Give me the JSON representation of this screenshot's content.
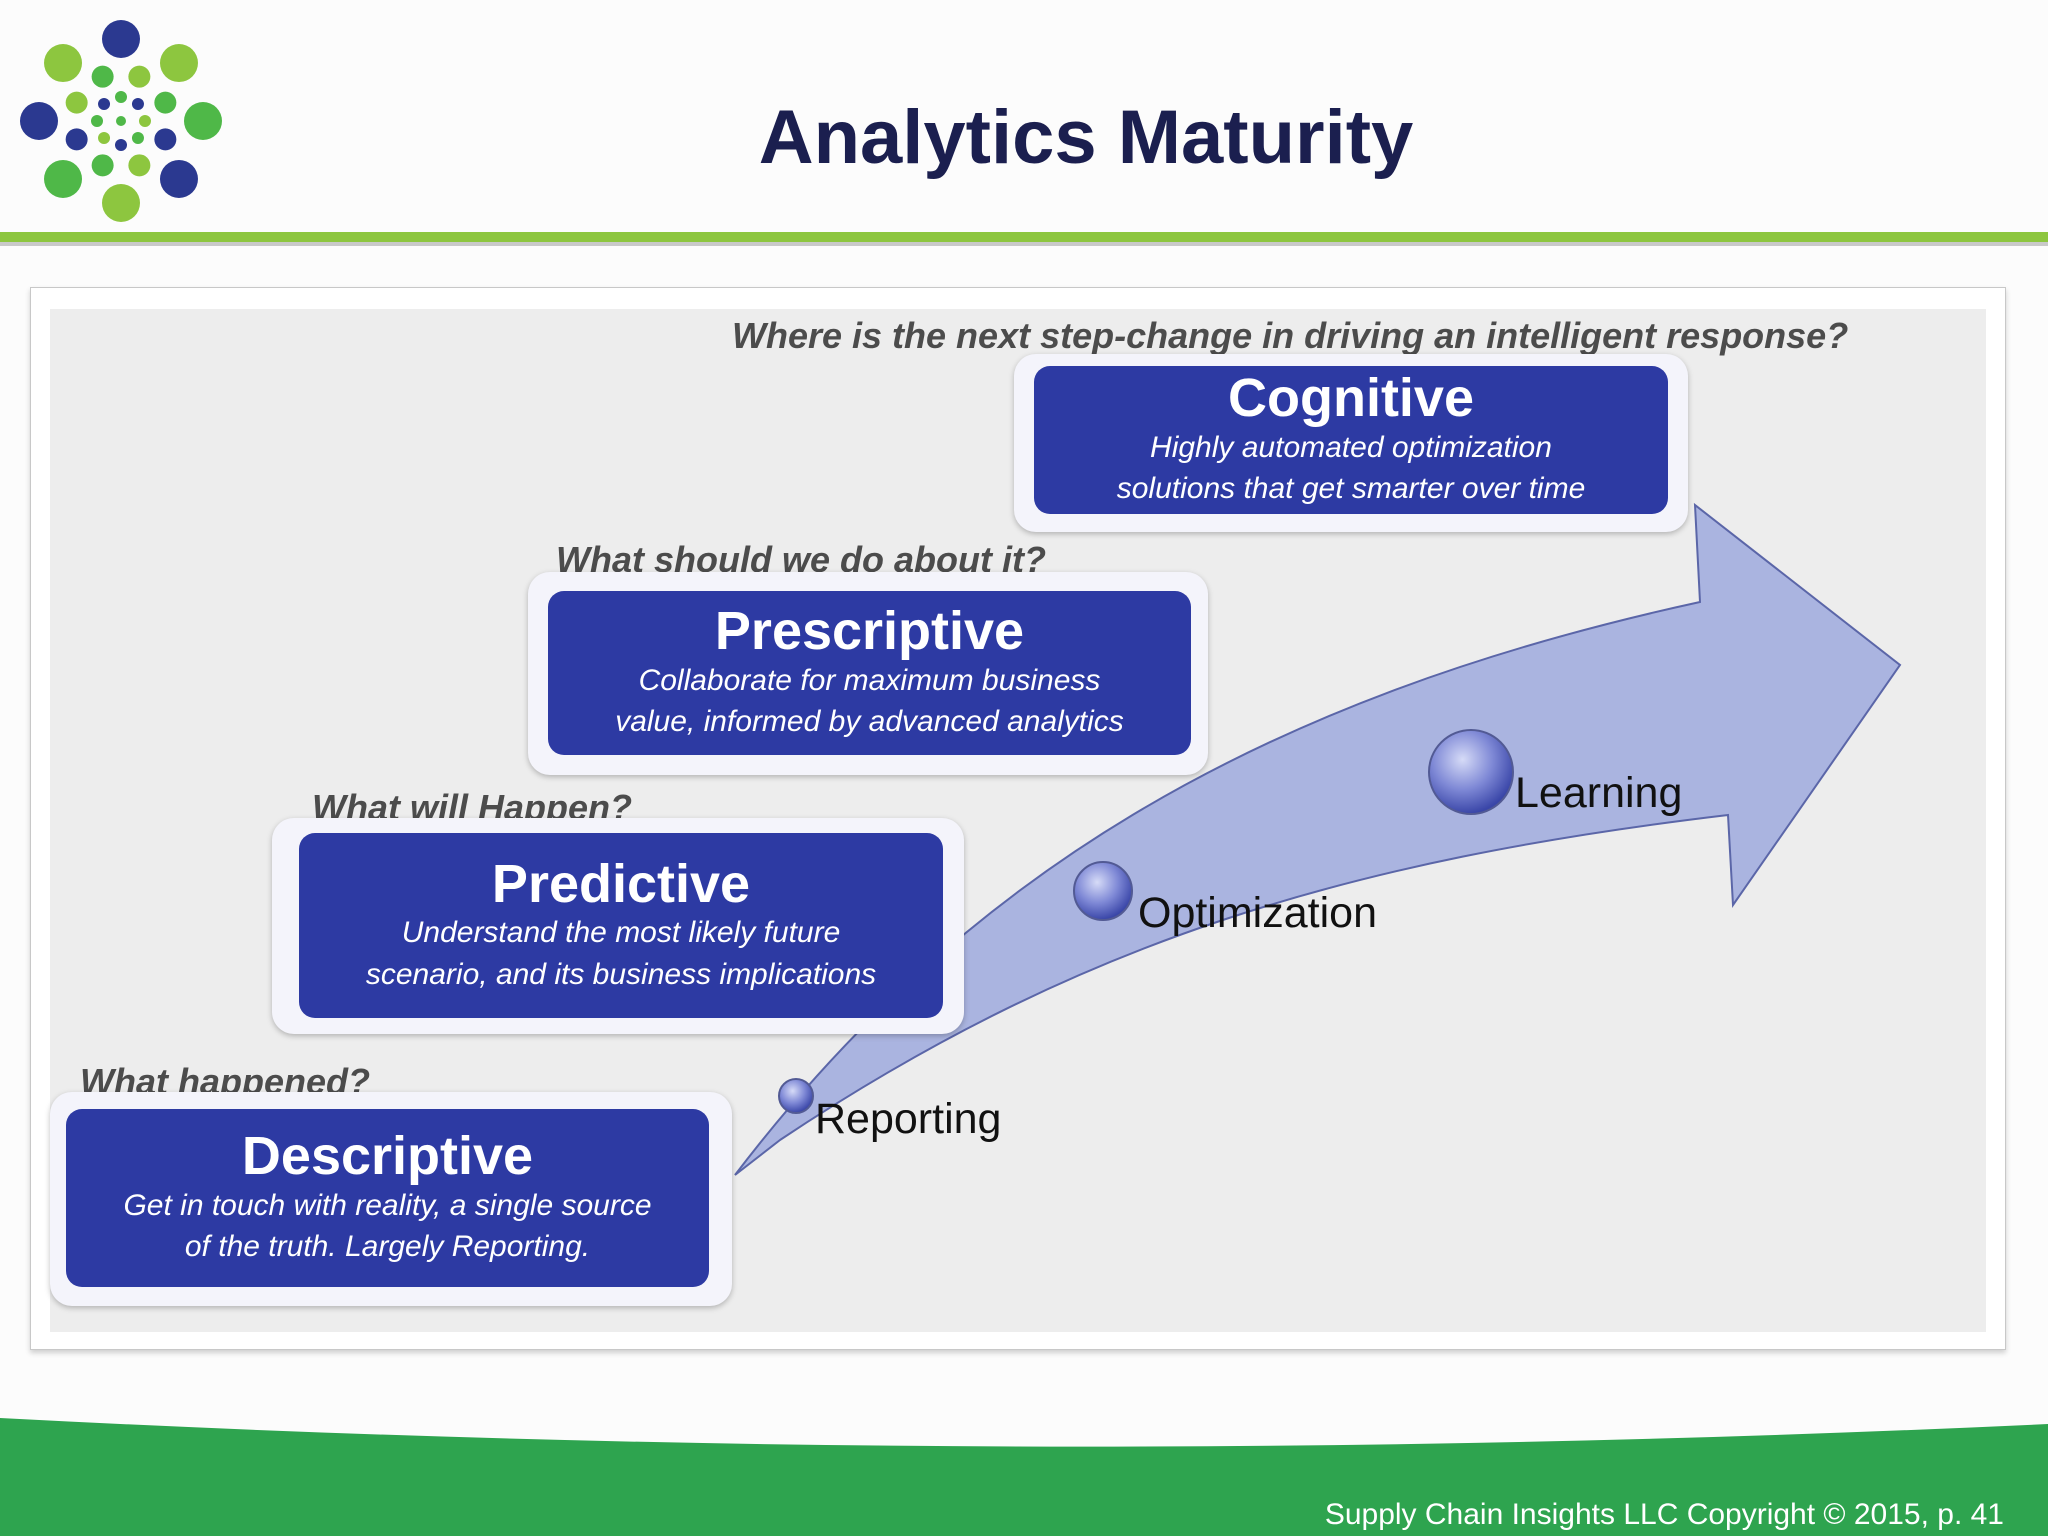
{
  "slide": {
    "title": "Analytics Maturity"
  },
  "diagram": {
    "top_question": "Where is the next step-change in driving an intelligent response?",
    "stages": [
      {
        "question": "What happened?",
        "title": "Descriptive",
        "description_lines": [
          "Get in touch with reality, a single source",
          "of the truth. Largely Reporting."
        ]
      },
      {
        "question": "What will Happen?",
        "title": "Predictive",
        "description_lines": [
          "Understand the most likely future",
          "scenario, and its business implications"
        ]
      },
      {
        "question": "What should we do about it?",
        "title": "Prescriptive",
        "description_lines": [
          "Collaborate for maximum business",
          "value, informed by advanced analytics"
        ]
      },
      {
        "title": "Cognitive",
        "description_lines": [
          "Highly automated optimization",
          "solutions that get smarter over time"
        ]
      }
    ],
    "arrow_phases": [
      "Reporting",
      "Optimization",
      "Learning"
    ]
  },
  "footer": {
    "copyright": "Supply Chain Insights LLC Copyright © 2015, p. 41"
  },
  "colors": {
    "title_navy": "#1b1f4f",
    "box_blue": "#2d3aa3",
    "arrow_fill": "#aab4e0",
    "logo_green": "#4fb848",
    "logo_lime": "#8dc63f",
    "logo_navy": "#2b3990",
    "footer_green": "#2ea44f"
  }
}
